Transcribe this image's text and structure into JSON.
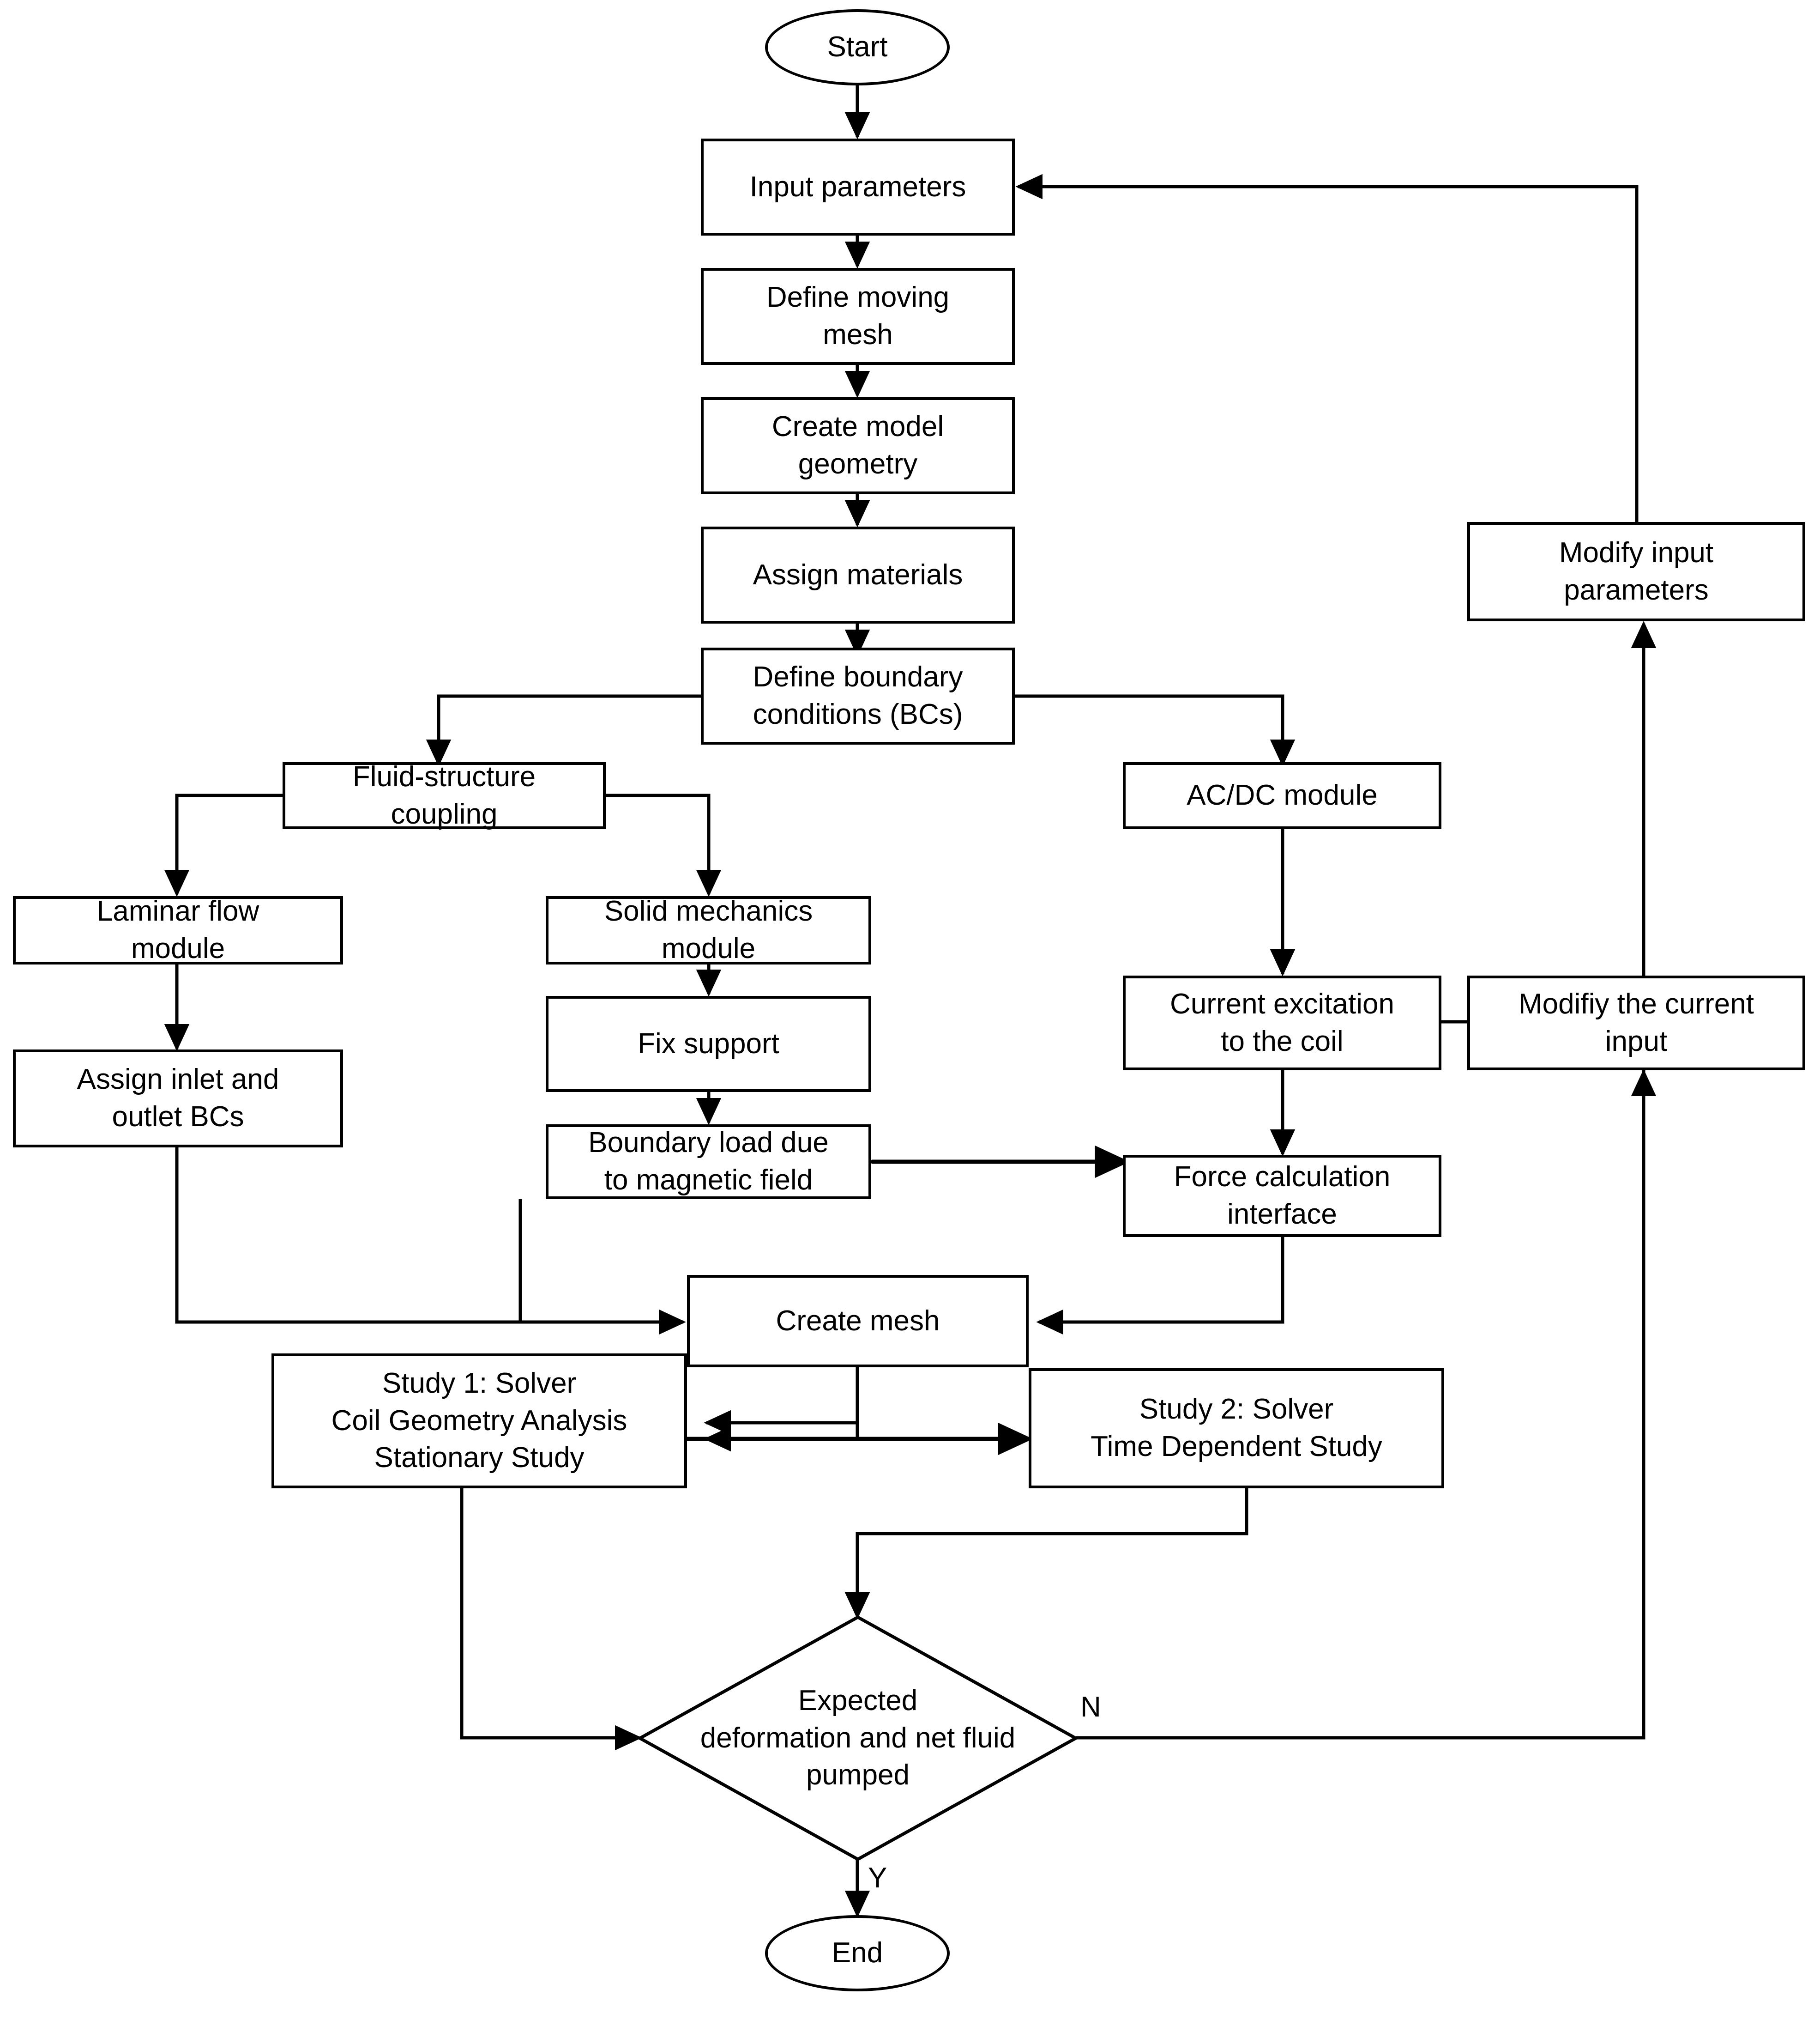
{
  "diagram": {
    "title": "COMSOL simulation workflow flowchart",
    "stroke_color": "#000000",
    "background_color": "#ffffff"
  },
  "nodes": {
    "start": {
      "label": "Start",
      "shape": "terminator"
    },
    "input_parameters": {
      "label": "Input parameters",
      "shape": "process"
    },
    "define_moving_mesh": {
      "label": "Define moving\nmesh",
      "shape": "process"
    },
    "create_model_geometry": {
      "label": "Create model\ngeometry",
      "shape": "process"
    },
    "assign_materials": {
      "label": "Assign materials",
      "shape": "process"
    },
    "define_boundary_conditions": {
      "label": "Define boundary\nconditions (BCs)",
      "shape": "process"
    },
    "fluid_structure_coupling": {
      "label": "Fluid-structure\ncoupling",
      "shape": "process"
    },
    "laminar_flow_module": {
      "label": "Laminar flow\nmodule",
      "shape": "process"
    },
    "assign_inlet_outlet_bcs": {
      "label": "Assign inlet and\noutlet BCs",
      "shape": "process"
    },
    "solid_mechanics_module": {
      "label": "Solid mechanics\nmodule",
      "shape": "process"
    },
    "fix_support": {
      "label": "Fix support",
      "shape": "process"
    },
    "boundary_load": {
      "label": "Boundary load due\nto magnetic field",
      "shape": "process"
    },
    "acdc_module": {
      "label": "AC/DC module",
      "shape": "process"
    },
    "current_excitation": {
      "label": "Current excitation\nto the coil",
      "shape": "process"
    },
    "force_calculation": {
      "label": "Force calculation\ninterface",
      "shape": "process"
    },
    "modify_input_parameters": {
      "label": "Modify input\nparameters",
      "shape": "process"
    },
    "modify_current_input": {
      "label": "Modifiy the current\ninput",
      "shape": "process"
    },
    "create_mesh": {
      "label": "Create mesh",
      "shape": "process"
    },
    "study_1": {
      "label": "Study 1: Solver\nCoil Geometry Analysis\nStationary Study",
      "shape": "process"
    },
    "study_2": {
      "label": "Study 2: Solver\nTime Dependent Study",
      "shape": "process"
    },
    "decision": {
      "label": "Expected\ndeformation and net fluid\npumped",
      "shape": "decision"
    },
    "end": {
      "label": "End",
      "shape": "terminator"
    }
  },
  "edge_labels": {
    "no_branch": "N",
    "yes_branch": "Y"
  }
}
